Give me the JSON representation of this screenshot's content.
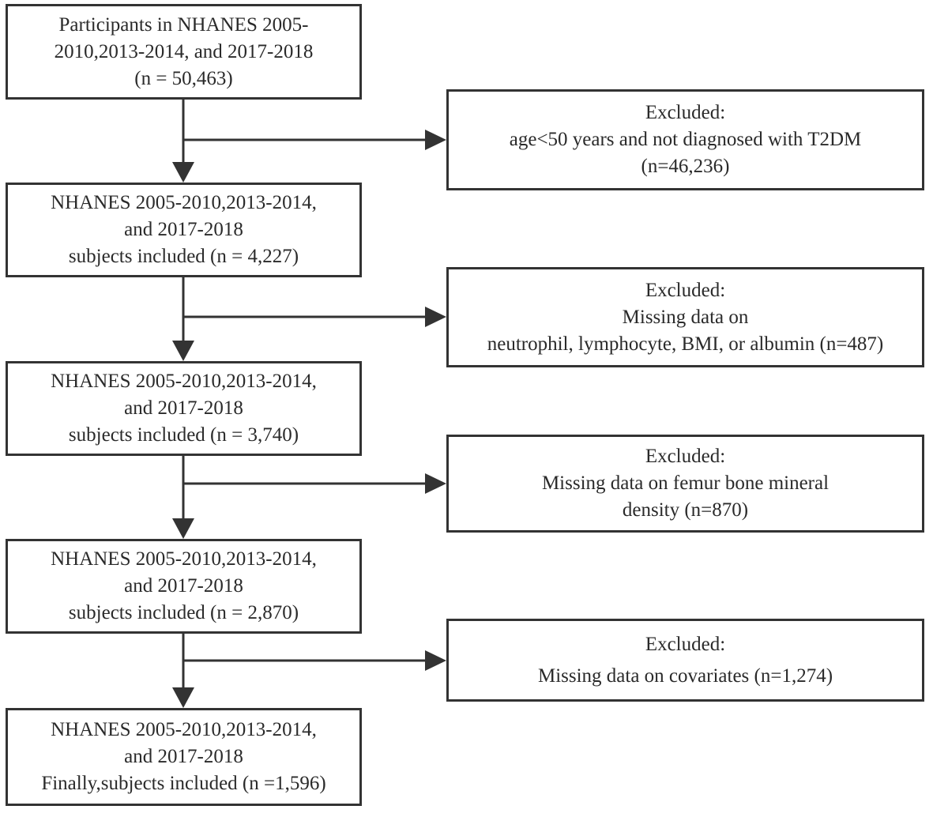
{
  "flowchart": {
    "main_boxes": [
      {
        "lines": [
          "Participants in NHANES 2005-",
          "2010,2013-2014, and 2017-2018",
          "(n = 50,463)"
        ]
      },
      {
        "lines": [
          "NHANES 2005-2010,2013-2014,",
          "and 2017-2018",
          "subjects included (n = 4,227)"
        ]
      },
      {
        "lines": [
          "NHANES 2005-2010,2013-2014,",
          "and 2017-2018",
          "subjects included (n = 3,740)"
        ]
      },
      {
        "lines": [
          "NHANES 2005-2010,2013-2014,",
          "and 2017-2018",
          "subjects included (n = 2,870)"
        ]
      },
      {
        "lines": [
          "NHANES 2005-2010,2013-2014,",
          "and 2017-2018",
          "Finally,subjects included (n =1,596)"
        ]
      }
    ],
    "exclusion_boxes": [
      {
        "lines": [
          "Excluded:",
          "age<50 years and not diagnosed with T2DM",
          "(n=46,236)"
        ]
      },
      {
        "lines": [
          "Excluded:",
          "Missing data on",
          "neutrophil, lymphocyte, BMI, or albumin (n=487)"
        ]
      },
      {
        "lines": [
          "Excluded:",
          "Missing data on femur bone mineral",
          "density (n=870)"
        ]
      },
      {
        "lines": [
          "Excluded:",
          "Missing data on covariates (n=1,274)"
        ]
      }
    ]
  }
}
